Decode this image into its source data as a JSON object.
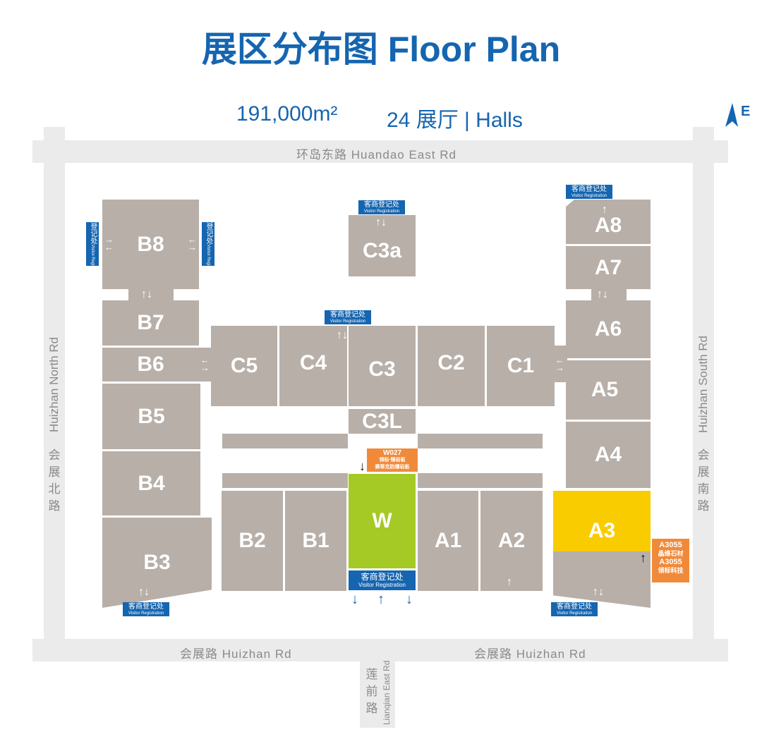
{
  "title": "展区分布图 Floor Plan",
  "stats": {
    "area": "191,000m²",
    "halls": "24 展厅 | Halls"
  },
  "compass": {
    "label": "E",
    "color": "#1565b0"
  },
  "roads": {
    "top": "环岛东路  Huandao East Rd",
    "bottom_left": "会展路  Huizhan Rd",
    "bottom_right": "会展路  Huizhan Rd",
    "left_en": "Huizhan North Rd",
    "left_zh": [
      "会",
      "展",
      "北",
      "路"
    ],
    "right_en": "Huizhan South Rd",
    "right_zh": [
      "会",
      "展",
      "南",
      "路"
    ],
    "bottom_en": "Lianqian East Rd",
    "bottom_zh": [
      "莲",
      "前",
      "路"
    ]
  },
  "halls": {
    "B8": "B8",
    "B7": "B7",
    "B6": "B6",
    "B5": "B5",
    "B4": "B4",
    "B3": "B3",
    "B2": "B2",
    "B1": "B1",
    "C5": "C5",
    "C4": "C4",
    "C3": "C3",
    "C2": "C2",
    "C1": "C1",
    "C3a": "C3a",
    "C3L": "C3L",
    "W": "W",
    "A1": "A1",
    "A2": "A2",
    "A3": "A3",
    "A4": "A4",
    "A5": "A5",
    "A6": "A6",
    "A7": "A7",
    "A8": "A8"
  },
  "registration": {
    "zh": "客商登记处",
    "en": "Visitor Registration"
  },
  "booths": {
    "w027": {
      "code": "W027",
      "line1": "领标·臻岩板",
      "line2": "赛蒂克防爆岩板"
    },
    "a3055_1": {
      "code": "A3055",
      "name": "晶维石材"
    },
    "a3055_2": {
      "code": "A3055",
      "name": "领标科技"
    }
  },
  "colors": {
    "hall": "#b7afa8",
    "highlight_w": "#a5c925",
    "highlight_a3": "#f9cc00",
    "registration": "#1565b0",
    "booth_tag": "#f08a3a",
    "road": "#ebebeb",
    "title": "#1565b0"
  }
}
